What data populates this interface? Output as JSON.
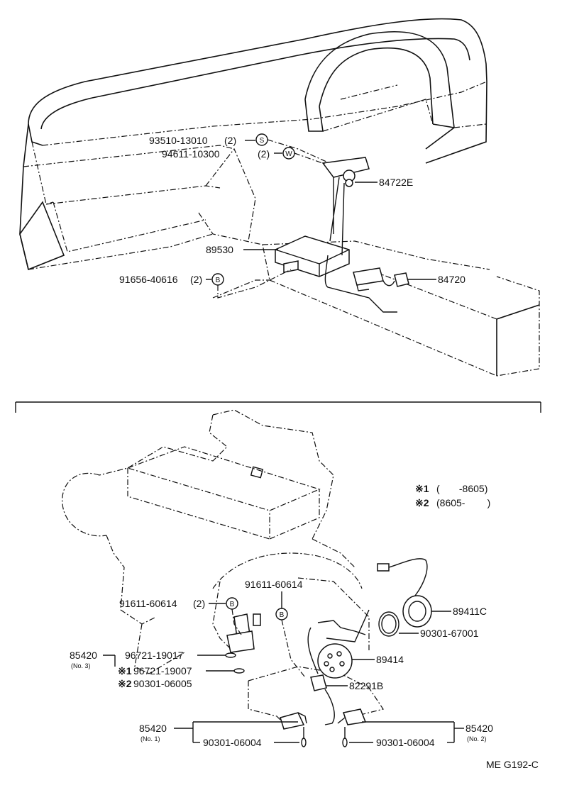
{
  "upper": {
    "parts": {
      "p1": {
        "number": "93510-13010",
        "qty": "(2)",
        "code": "S"
      },
      "p2": {
        "number": "94611-10300",
        "qty": "(2)",
        "code": "W"
      },
      "p3": {
        "number": "84722E"
      },
      "p4": {
        "number": "89530"
      },
      "p5": {
        "number": "84720"
      },
      "p6": {
        "number": "91656-40616",
        "qty": "(2)",
        "code": "B"
      }
    }
  },
  "lower": {
    "notes": {
      "n1": {
        "mark": "※1",
        "range": "(       -8605)"
      },
      "n2": {
        "mark": "※2",
        "range": "(8605-        )"
      }
    },
    "parts": {
      "q1": {
        "number": "91611-60614",
        "qty": "(2)",
        "code": "B"
      },
      "q2": {
        "number": "91611-60614",
        "code": "B"
      },
      "q3": {
        "number": "89411C"
      },
      "q4": {
        "number": "90301-67001"
      },
      "q5": {
        "number": "89414"
      },
      "q6": {
        "number": "82291B"
      },
      "q7": {
        "number": "85420",
        "sub": "(No. 3)"
      },
      "q8": {
        "number": "96721-19017"
      },
      "q9": {
        "mark": "※1",
        "number": "96721-19007"
      },
      "q10": {
        "mark": "※2",
        "number": "90301-06005"
      },
      "q11": {
        "number": "85420",
        "sub": "(No. 1)"
      },
      "q12": {
        "number": "90301-06004"
      },
      "q13": {
        "number": "90301-06004"
      },
      "q14": {
        "number": "85420",
        "sub": "(No. 2)"
      }
    }
  },
  "footer": {
    "code": "ME G192-C"
  }
}
